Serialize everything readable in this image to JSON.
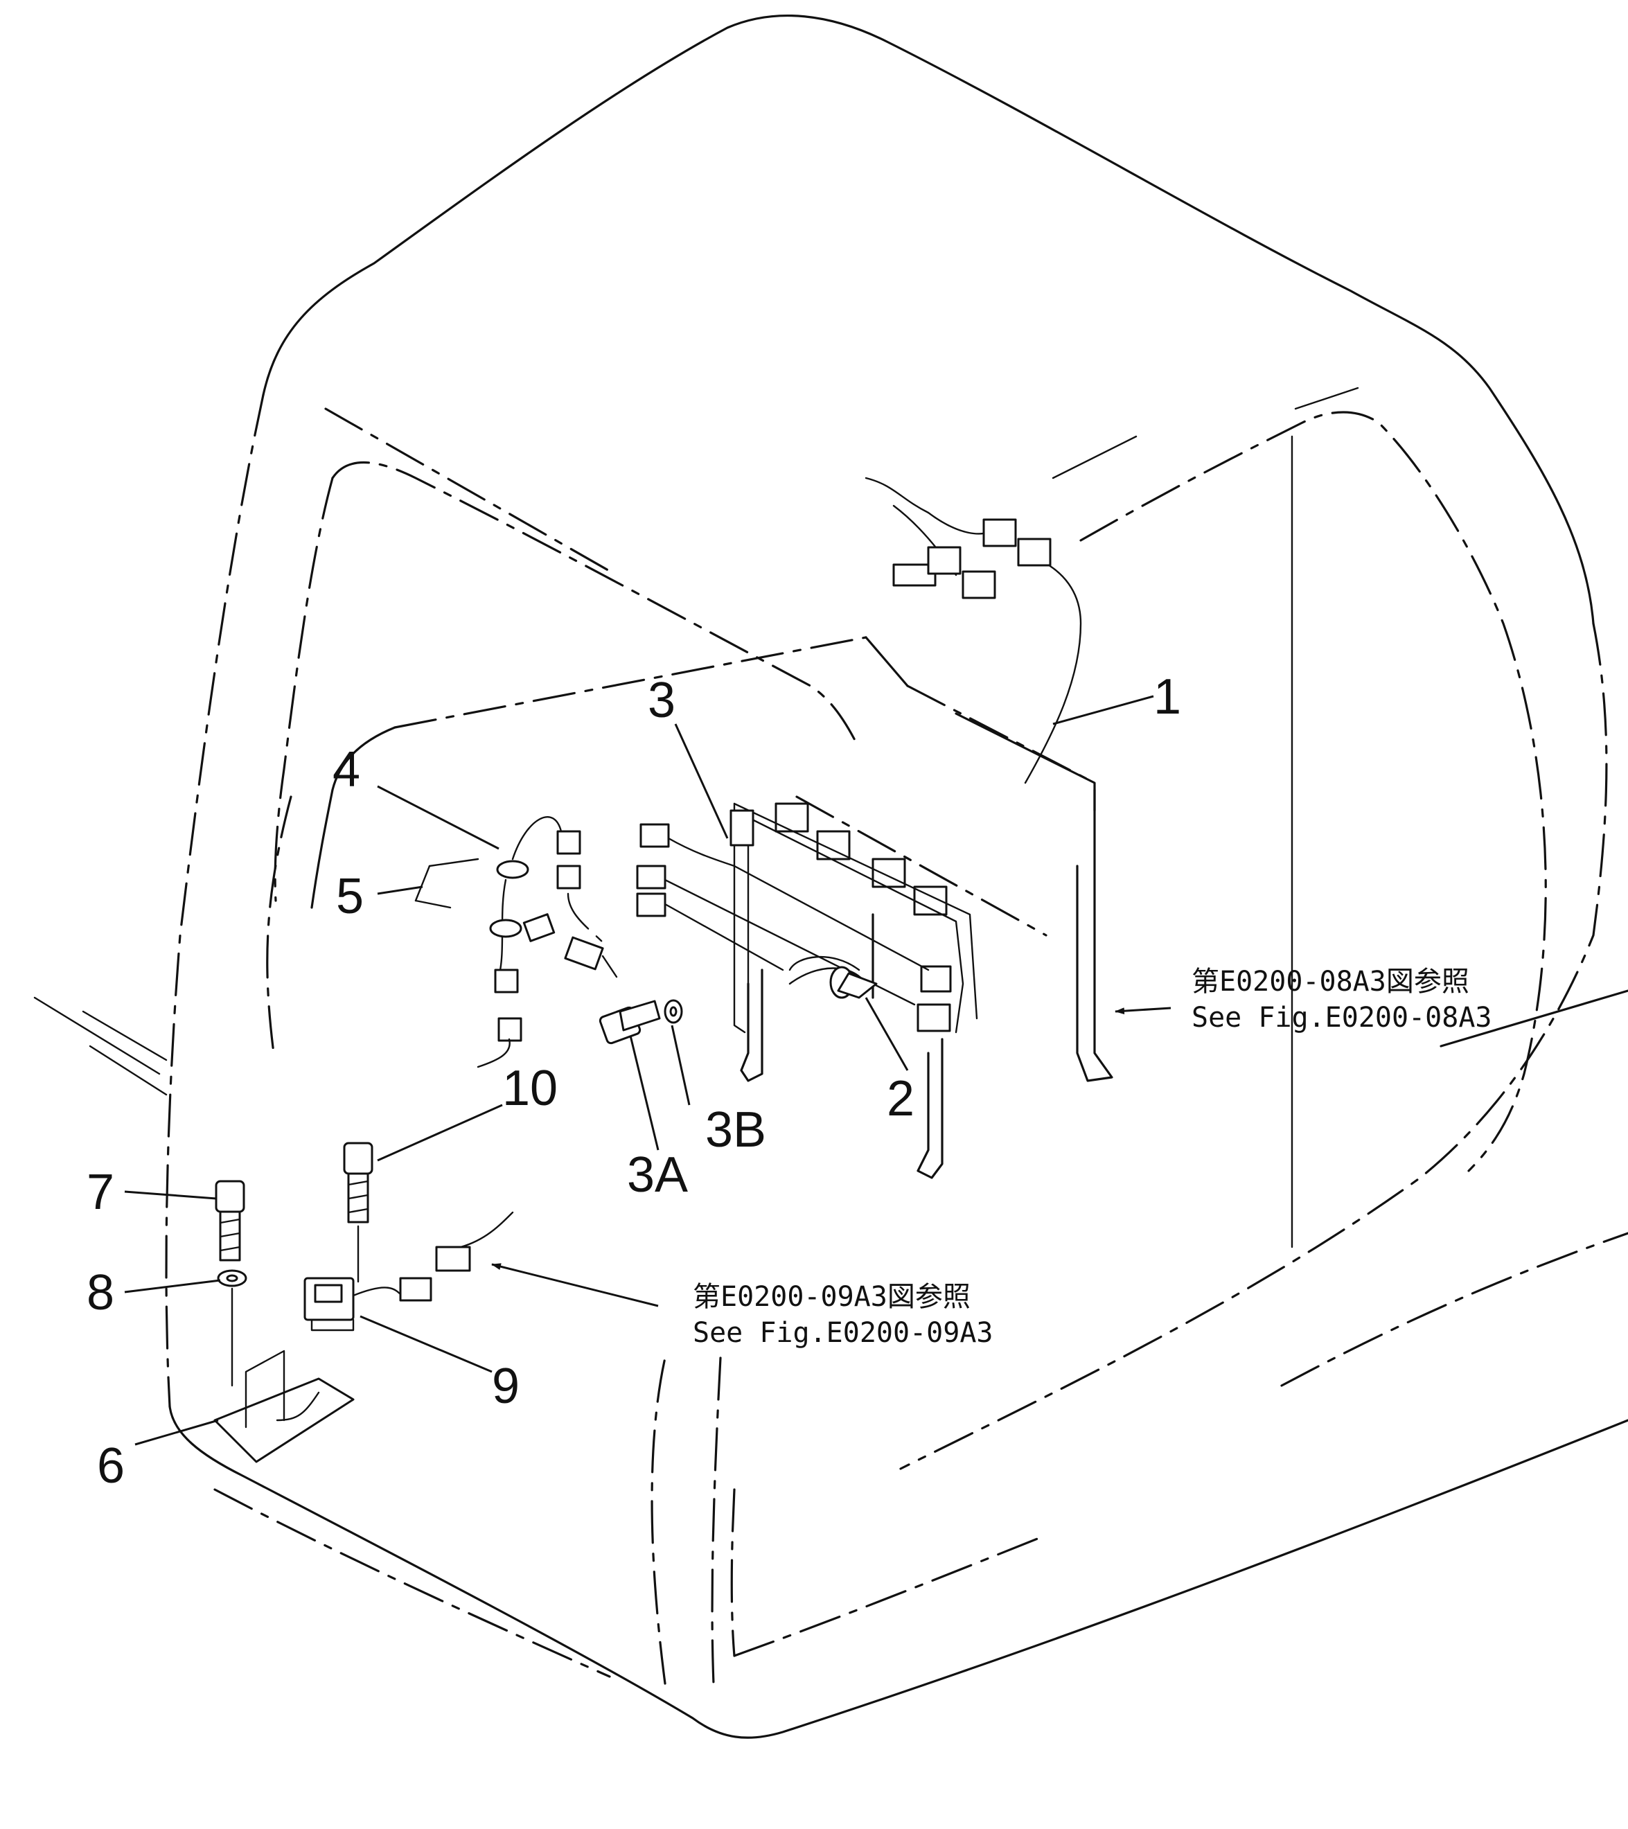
{
  "callouts": {
    "c1": "1",
    "c2": "2",
    "c3": "3",
    "c3a": "3A",
    "c3b": "3B",
    "c4": "4",
    "c5": "5",
    "c6": "6",
    "c7": "7",
    "c8": "8",
    "c9": "9",
    "c10": "10"
  },
  "references": {
    "ref_a_jp": "第E0200-08A3図参照",
    "ref_a_en": "See Fig.E0200-08A3",
    "ref_b_jp": "第E0200-09A3図参照",
    "ref_b_en": "See Fig.E0200-09A3"
  }
}
